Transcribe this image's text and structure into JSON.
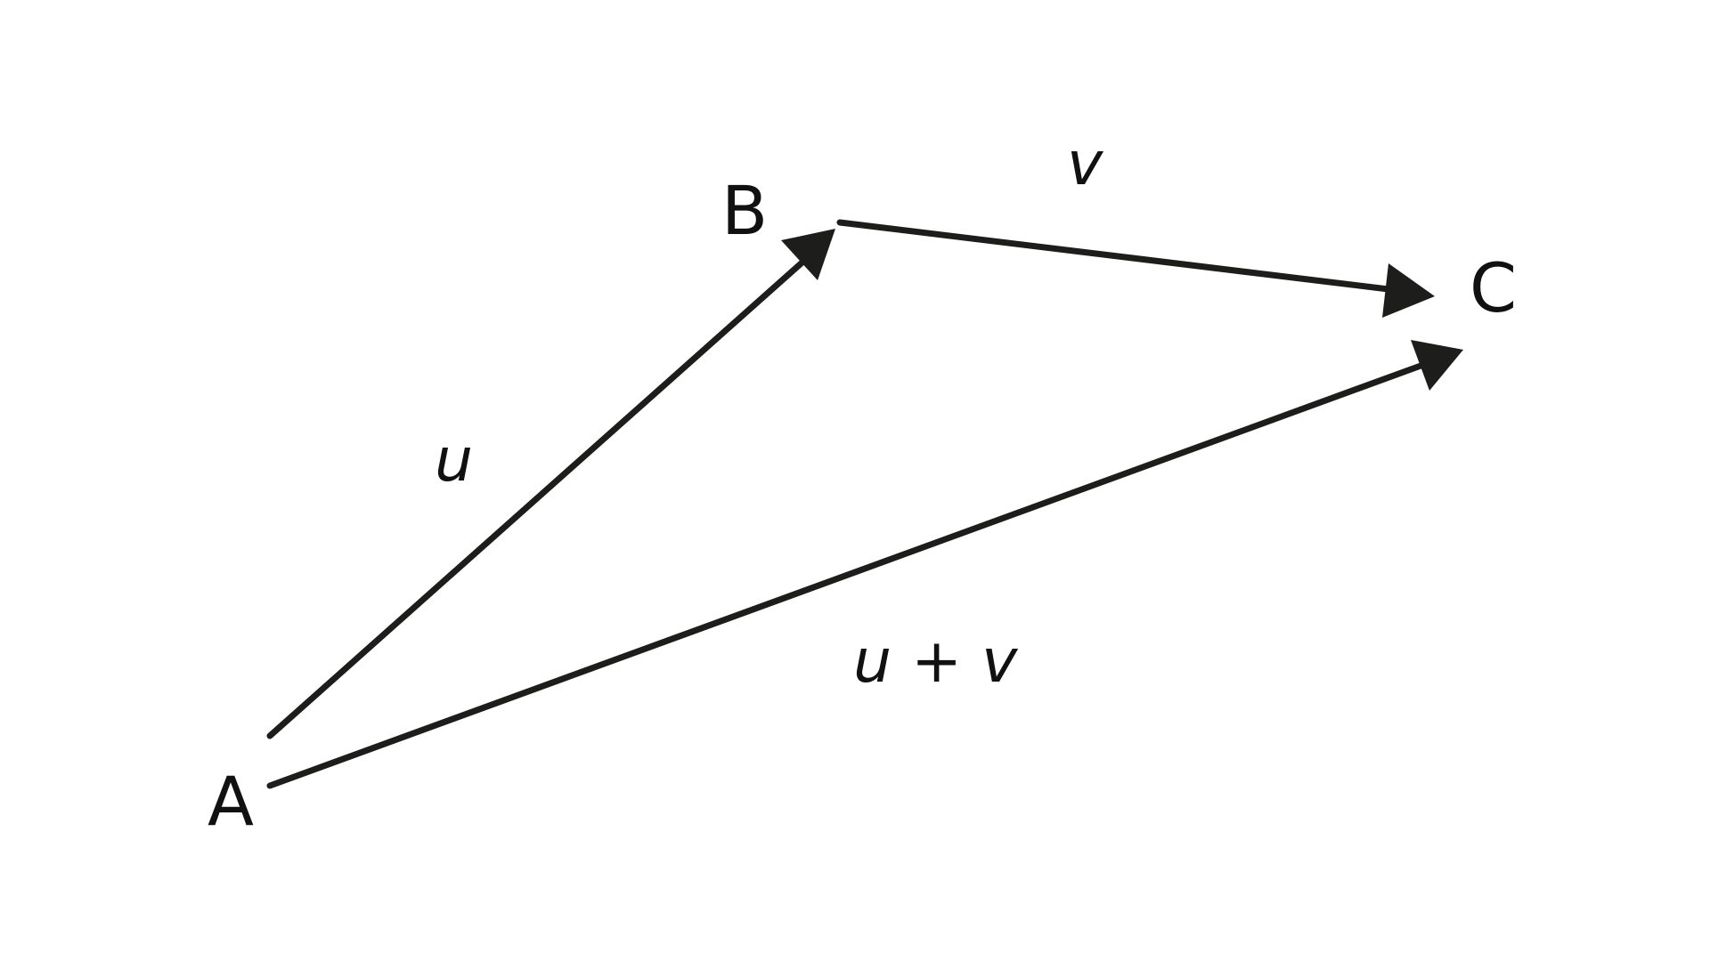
{
  "points": {
    "a": "A",
    "b": "B",
    "c": "C"
  },
  "vectors": {
    "u": {
      "label": "u"
    },
    "v": {
      "label": "v"
    },
    "sum": {
      "label_left": "u",
      "label_op": "+",
      "label_right": "v"
    }
  },
  "colors": {
    "ink": "#1d1d1b",
    "background": "#ffffff"
  }
}
